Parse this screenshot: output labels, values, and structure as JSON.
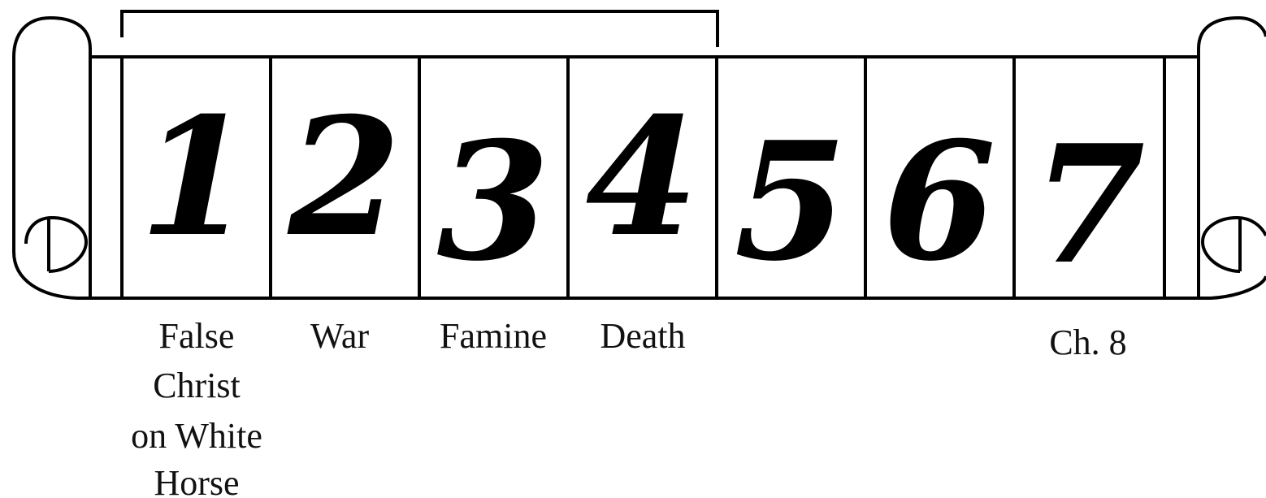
{
  "seals": [
    {
      "number": "1",
      "caption_lines": [
        "False",
        "Christ",
        "on White",
        "Horse"
      ]
    },
    {
      "number": "2",
      "caption_lines": [
        "War"
      ]
    },
    {
      "number": "3",
      "caption_lines": [
        "Famine"
      ]
    },
    {
      "number": "4",
      "caption_lines": [
        "Death"
      ]
    },
    {
      "number": "5",
      "caption_lines": []
    },
    {
      "number": "6",
      "caption_lines": []
    },
    {
      "number": "7",
      "caption_lines": [
        "Ch. 8"
      ]
    }
  ],
  "bracket": {
    "from_seal": 1,
    "to_seal": 4
  },
  "colors": {
    "stroke": "#000000",
    "text": "#111111",
    "background": "#ffffff"
  }
}
